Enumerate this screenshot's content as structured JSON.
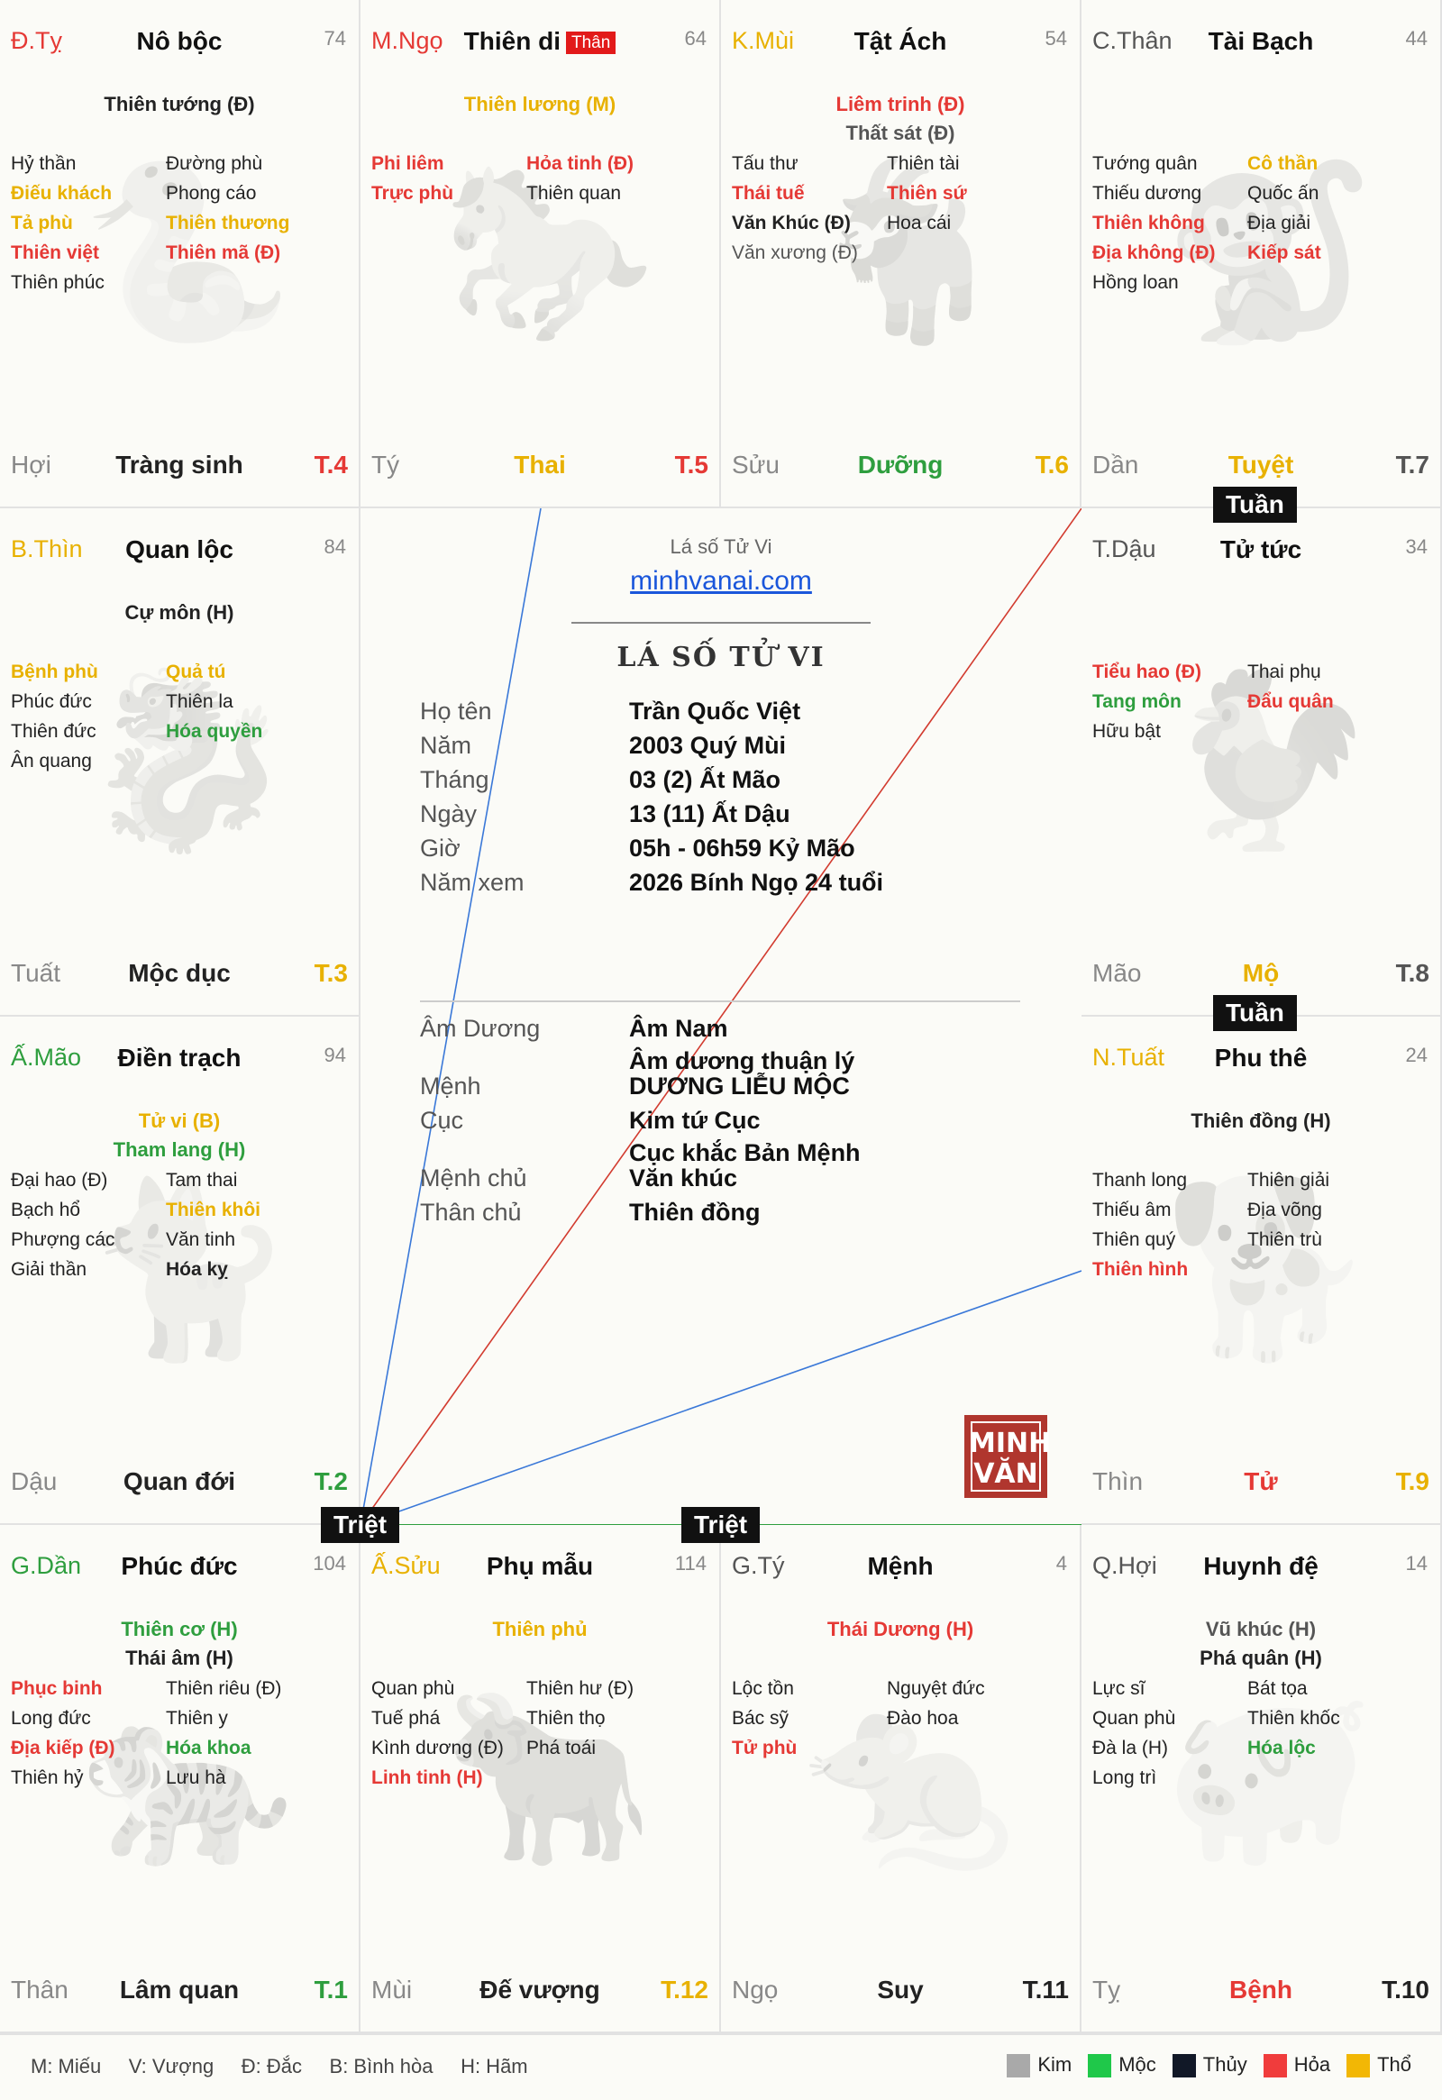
{
  "cells": [
    {
      "id": "ty-top",
      "can": "Đ.Tỵ",
      "can_color": "#e53935",
      "palace": "Nô bộc",
      "num": "74",
      "majors": [
        {
          "t": "Thiên tướng (Đ)",
          "c": "#222"
        }
      ],
      "left": [
        {
          "t": "Hỷ thần",
          "c": "#222"
        },
        {
          "t": "Điếu khách",
          "c": "#e8b100"
        },
        {
          "t": "Tả phù",
          "c": "#e8b100"
        },
        {
          "t": "Thiên việt",
          "c": "#e53935"
        },
        {
          "t": "Thiên phúc",
          "c": "#222"
        }
      ],
      "right": [
        {
          "t": "Đường phù",
          "c": "#222"
        },
        {
          "t": "Phong cáo",
          "c": "#222"
        },
        {
          "t": "Thiên thương",
          "c": "#e8b100"
        },
        {
          "t": "Thiên mã (Đ)",
          "c": "#e53935"
        }
      ],
      "chi": "Hợi",
      "stage": "Tràng sinh",
      "stage_color": "#222",
      "t": "T.4",
      "t_color": "#e53935",
      "animal": "snake"
    },
    {
      "id": "ngo-top",
      "can": "M.Ngọ",
      "can_color": "#e53935",
      "palace": "Thiên di",
      "badge": "Thân",
      "num": "64",
      "majors": [
        {
          "t": "Thiên lương (M)",
          "c": "#e8b100"
        }
      ],
      "left": [
        {
          "t": "Phi liêm",
          "c": "#e53935"
        },
        {
          "t": "Trực phù",
          "c": "#e53935"
        }
      ],
      "right": [
        {
          "t": "Hỏa tinh (Đ)",
          "c": "#e53935"
        },
        {
          "t": "Thiên quan",
          "c": "#222"
        }
      ],
      "chi": "Tý",
      "stage": "Thai",
      "stage_color": "#e8b100",
      "t": "T.5",
      "t_color": "#e53935",
      "animal": "horse"
    },
    {
      "id": "mui-top",
      "can": "K.Mùi",
      "can_color": "#e8b100",
      "palace": "Tật Ách",
      "num": "54",
      "majors": [
        {
          "t": "Liêm trinh (Đ)",
          "c": "#e53935"
        },
        {
          "t": "Thất sát (Đ)",
          "c": "#555"
        }
      ],
      "left": [
        {
          "t": "Tấu thư",
          "c": "#222"
        },
        {
          "t": "Thái tuế",
          "c": "#e53935"
        },
        {
          "t": "Văn Khúc (Đ)",
          "c": "#222",
          "b": true
        },
        {
          "t": "Văn xương (Đ)",
          "c": "#555"
        }
      ],
      "right": [
        {
          "t": "Thiên tài",
          "c": "#222"
        },
        {
          "t": "Thiên sứ",
          "c": "#e53935"
        },
        {
          "t": "Hoa cái",
          "c": "#222"
        }
      ],
      "chi": "Sửu",
      "stage": "Dưỡng",
      "stage_color": "#2e9e3e",
      "t": "T.6",
      "t_color": "#e8b100",
      "animal": "goat"
    },
    {
      "id": "than-top",
      "can": "C.Thân",
      "can_color": "#555",
      "palace": "Tài Bạch",
      "num": "44",
      "majors": [],
      "left": [
        {
          "t": "Tướng quân",
          "c": "#222"
        },
        {
          "t": "Thiếu dương",
          "c": "#222"
        },
        {
          "t": "Thiên không",
          "c": "#e53935"
        },
        {
          "t": "Địa không (Đ)",
          "c": "#e53935"
        },
        {
          "t": "Hồng loan",
          "c": "#222"
        }
      ],
      "right": [
        {
          "t": "Cô thần",
          "c": "#e8b100"
        },
        {
          "t": "Quốc ấn",
          "c": "#222"
        },
        {
          "t": "Địa giải",
          "c": "#222"
        },
        {
          "t": "Kiếp sát",
          "c": "#e53935"
        }
      ],
      "chi": "Dần",
      "stage": "Tuyệt",
      "stage_color": "#e8b100",
      "t": "T.7",
      "t_color": "#555",
      "animal": "monkey"
    },
    {
      "id": "thin-left",
      "can": "B.Thìn",
      "can_color": "#e8b100",
      "palace": "Quan lộc",
      "num": "84",
      "majors": [
        {
          "t": "Cự môn (H)",
          "c": "#222"
        }
      ],
      "left": [
        {
          "t": "Bệnh phù",
          "c": "#e8b100"
        },
        {
          "t": "Phúc đức",
          "c": "#222"
        },
        {
          "t": "Thiên đức",
          "c": "#222"
        },
        {
          "t": "Ân quang",
          "c": "#222"
        }
      ],
      "right": [
        {
          "t": "Quả tú",
          "c": "#e8b100"
        },
        {
          "t": "Thiên la",
          "c": "#222"
        },
        {
          "t": "Hóa quyền",
          "c": "#2e9e3e"
        }
      ],
      "chi": "Tuất",
      "stage": "Mộc dục",
      "stage_color": "#222",
      "t": "T.3",
      "t_color": "#e8b100",
      "animal": "dragon"
    },
    {
      "id": "dau-right",
      "can": "T.Dậu",
      "can_color": "#555",
      "palace": "Tử tức",
      "num": "34",
      "majors": [],
      "left": [
        {
          "t": "Tiểu hao (Đ)",
          "c": "#e53935"
        },
        {
          "t": "Tang môn",
          "c": "#2e9e3e"
        },
        {
          "t": "Hữu bật",
          "c": "#222"
        }
      ],
      "right": [
        {
          "t": "Thai phụ",
          "c": "#222"
        },
        {
          "t": "Đẩu quân",
          "c": "#e53935"
        }
      ],
      "chi": "Mão",
      "stage": "Mộ",
      "stage_color": "#e8b100",
      "t": "T.8",
      "t_color": "#555",
      "animal": "rooster"
    },
    {
      "id": "mao-left",
      "can": "Ấ.Mão",
      "can_color": "#2e9e3e",
      "palace": "Điền trạch",
      "num": "94",
      "majors": [
        {
          "t": "Tử vi (B)",
          "c": "#e8b100"
        },
        {
          "t": "Tham lang (H)",
          "c": "#2e9e3e"
        }
      ],
      "left": [
        {
          "t": "Đại hao (Đ)",
          "c": "#222"
        },
        {
          "t": "Bạch hổ",
          "c": "#222"
        },
        {
          "t": "Phượng các",
          "c": "#222"
        },
        {
          "t": "Giải thần",
          "c": "#222"
        }
      ],
      "right": [
        {
          "t": "Tam thai",
          "c": "#222"
        },
        {
          "t": "Thiên khôi",
          "c": "#e8b100"
        },
        {
          "t": "Văn tinh",
          "c": "#222"
        },
        {
          "t": "Hóa kỵ",
          "c": "#222",
          "b": true
        }
      ],
      "chi": "Dậu",
      "stage": "Quan đới",
      "stage_color": "#222",
      "t": "T.2",
      "t_color": "#2e9e3e",
      "animal": "cat"
    },
    {
      "id": "tuat-right",
      "can": "N.Tuất",
      "can_color": "#e8b100",
      "palace": "Phu thê",
      "num": "24",
      "majors": [
        {
          "t": "Thiên đồng (H)",
          "c": "#222"
        }
      ],
      "left": [
        {
          "t": "Thanh long",
          "c": "#222"
        },
        {
          "t": "Thiếu âm",
          "c": "#222"
        },
        {
          "t": "Thiên quý",
          "c": "#222"
        },
        {
          "t": "Thiên hình",
          "c": "#e53935"
        }
      ],
      "right": [
        {
          "t": "Thiên giải",
          "c": "#222"
        },
        {
          "t": "Địa võng",
          "c": "#222"
        },
        {
          "t": "Thiên trù",
          "c": "#222"
        }
      ],
      "chi": "Thìn",
      "stage": "Tử",
      "stage_color": "#e53935",
      "t": "T.9",
      "t_color": "#e8b100",
      "animal": "dog"
    },
    {
      "id": "dan-bottom",
      "can": "G.Dần",
      "can_color": "#2e9e3e",
      "palace": "Phúc đức",
      "num": "104",
      "majors": [
        {
          "t": "Thiên cơ (H)",
          "c": "#2e9e3e"
        },
        {
          "t": "Thái âm (H)",
          "c": "#222"
        }
      ],
      "left": [
        {
          "t": "Phục binh",
          "c": "#e53935"
        },
        {
          "t": "Long đức",
          "c": "#222"
        },
        {
          "t": "Địa kiếp (Đ)",
          "c": "#e53935"
        },
        {
          "t": "Thiên hỷ",
          "c": "#222"
        }
      ],
      "right": [
        {
          "t": "Thiên riêu (Đ)",
          "c": "#222"
        },
        {
          "t": "Thiên y",
          "c": "#222"
        },
        {
          "t": "Hóa khoa",
          "c": "#2e9e3e"
        },
        {
          "t": "Lưu hà",
          "c": "#222"
        }
      ],
      "chi": "Thân",
      "stage": "Lâm quan",
      "stage_color": "#222",
      "t": "T.1",
      "t_color": "#2e9e3e",
      "animal": "tiger"
    },
    {
      "id": "suu-bottom",
      "can": "Ấ.Sửu",
      "can_color": "#e8b100",
      "palace": "Phụ mẫu",
      "num": "114",
      "majors": [
        {
          "t": "Thiên phủ",
          "c": "#e8b100"
        }
      ],
      "left": [
        {
          "t": "Quan phù",
          "c": "#222"
        },
        {
          "t": "Tuế phá",
          "c": "#222"
        },
        {
          "t": "Kình dương (Đ)",
          "c": "#222"
        },
        {
          "t": "Linh tinh (H)",
          "c": "#e53935"
        }
      ],
      "right": [
        {
          "t": "Thiên hư (Đ)",
          "c": "#222"
        },
        {
          "t": "Thiên thọ",
          "c": "#222"
        },
        {
          "t": "Phá toái",
          "c": "#222"
        }
      ],
      "chi": "Mùi",
      "stage": "Đế vượng",
      "stage_color": "#222",
      "t": "T.12",
      "t_color": "#e8b100",
      "animal": "ox"
    },
    {
      "id": "ty-bottom",
      "can": "G.Tý",
      "can_color": "#555",
      "palace": "Mệnh",
      "num": "4",
      "majors": [
        {
          "t": "Thái Dương (H)",
          "c": "#e53935"
        }
      ],
      "left": [
        {
          "t": "Lộc tồn",
          "c": "#222"
        },
        {
          "t": "Bác sỹ",
          "c": "#222"
        },
        {
          "t": "Tử phù",
          "c": "#e53935"
        }
      ],
      "right": [
        {
          "t": "Nguyệt đức",
          "c": "#222"
        },
        {
          "t": "Đào hoa",
          "c": "#222"
        }
      ],
      "chi": "Ngọ",
      "stage": "Suy",
      "stage_color": "#222",
      "t": "T.11",
      "t_color": "#222",
      "animal": "rat"
    },
    {
      "id": "hoi-bottom",
      "can": "Q.Hợi",
      "can_color": "#555",
      "palace": "Huynh đệ",
      "num": "14",
      "majors": [
        {
          "t": "Vũ khúc (H)",
          "c": "#555"
        },
        {
          "t": "Phá quân (H)",
          "c": "#222"
        }
      ],
      "left": [
        {
          "t": "Lực sĩ",
          "c": "#222"
        },
        {
          "t": "Quan phù",
          "c": "#222"
        },
        {
          "t": "Đà la (H)",
          "c": "#222"
        },
        {
          "t": "Long trì",
          "c": "#222"
        }
      ],
      "right": [
        {
          "t": "Bát tọa",
          "c": "#222"
        },
        {
          "t": "Thiên khốc",
          "c": "#222"
        },
        {
          "t": "Hóa lộc",
          "c": "#2e9e3e"
        }
      ],
      "chi": "Tỵ",
      "stage": "Bệnh",
      "stage_color": "#e53935",
      "t": "T.10",
      "t_color": "#222",
      "animal": "pig"
    }
  ],
  "tags": {
    "tuan1": "Tuần",
    "tuan2": "Tuần",
    "triet1": "Triệt",
    "triet2": "Triệt"
  },
  "center": {
    "subtitle": "Lá số Tử Vi",
    "site": "minhvanai.com",
    "title": "LÁ SỐ TỬ VI",
    "rows": [
      {
        "l": "Họ tên",
        "v": "Trần Quốc Việt"
      },
      {
        "l": "Năm",
        "v": "2003   Quý Mùi"
      },
      {
        "l": "Tháng",
        "v": "03  (2)   Ất Mão"
      },
      {
        "l": "Ngày",
        "v": "13  (11)   Ất Dậu"
      },
      {
        "l": "Giờ",
        "v": "05h - 06h59   Kỷ Mão"
      },
      {
        "l": "Năm xem",
        "v": "2026   Bính Ngọ  24 tuổi"
      }
    ],
    "rows2": [
      {
        "l": "Âm Dương",
        "v": "Âm Nam"
      },
      {
        "l": "",
        "v": "Âm dương thuận lý"
      },
      {
        "l": "Mệnh",
        "v": "DƯƠNG LIỄU MỘC"
      },
      {
        "l": "Cục",
        "v": "Kim tứ Cục"
      },
      {
        "l": "",
        "v": "Cục khắc Bản Mệnh"
      },
      {
        "l": "Mệnh chủ",
        "v": "Văn khúc"
      },
      {
        "l": "Thân chủ",
        "v": "Thiên đồng"
      }
    ],
    "seal_top": "MINH",
    "seal_bottom": "VĂN"
  },
  "legend": {
    "left": "M: Miếu     V: Vượng     Đ: Đắc     B: Bình hòa     H: Hãm",
    "items": [
      {
        "label": "Kim",
        "color": "#a9a9a9"
      },
      {
        "label": "Mộc",
        "color": "#1fc84a"
      },
      {
        "label": "Thủy",
        "color": "#111827"
      },
      {
        "label": "Hỏa",
        "color": "#f03c3c"
      },
      {
        "label": "Thổ",
        "color": "#f2b705"
      }
    ]
  }
}
